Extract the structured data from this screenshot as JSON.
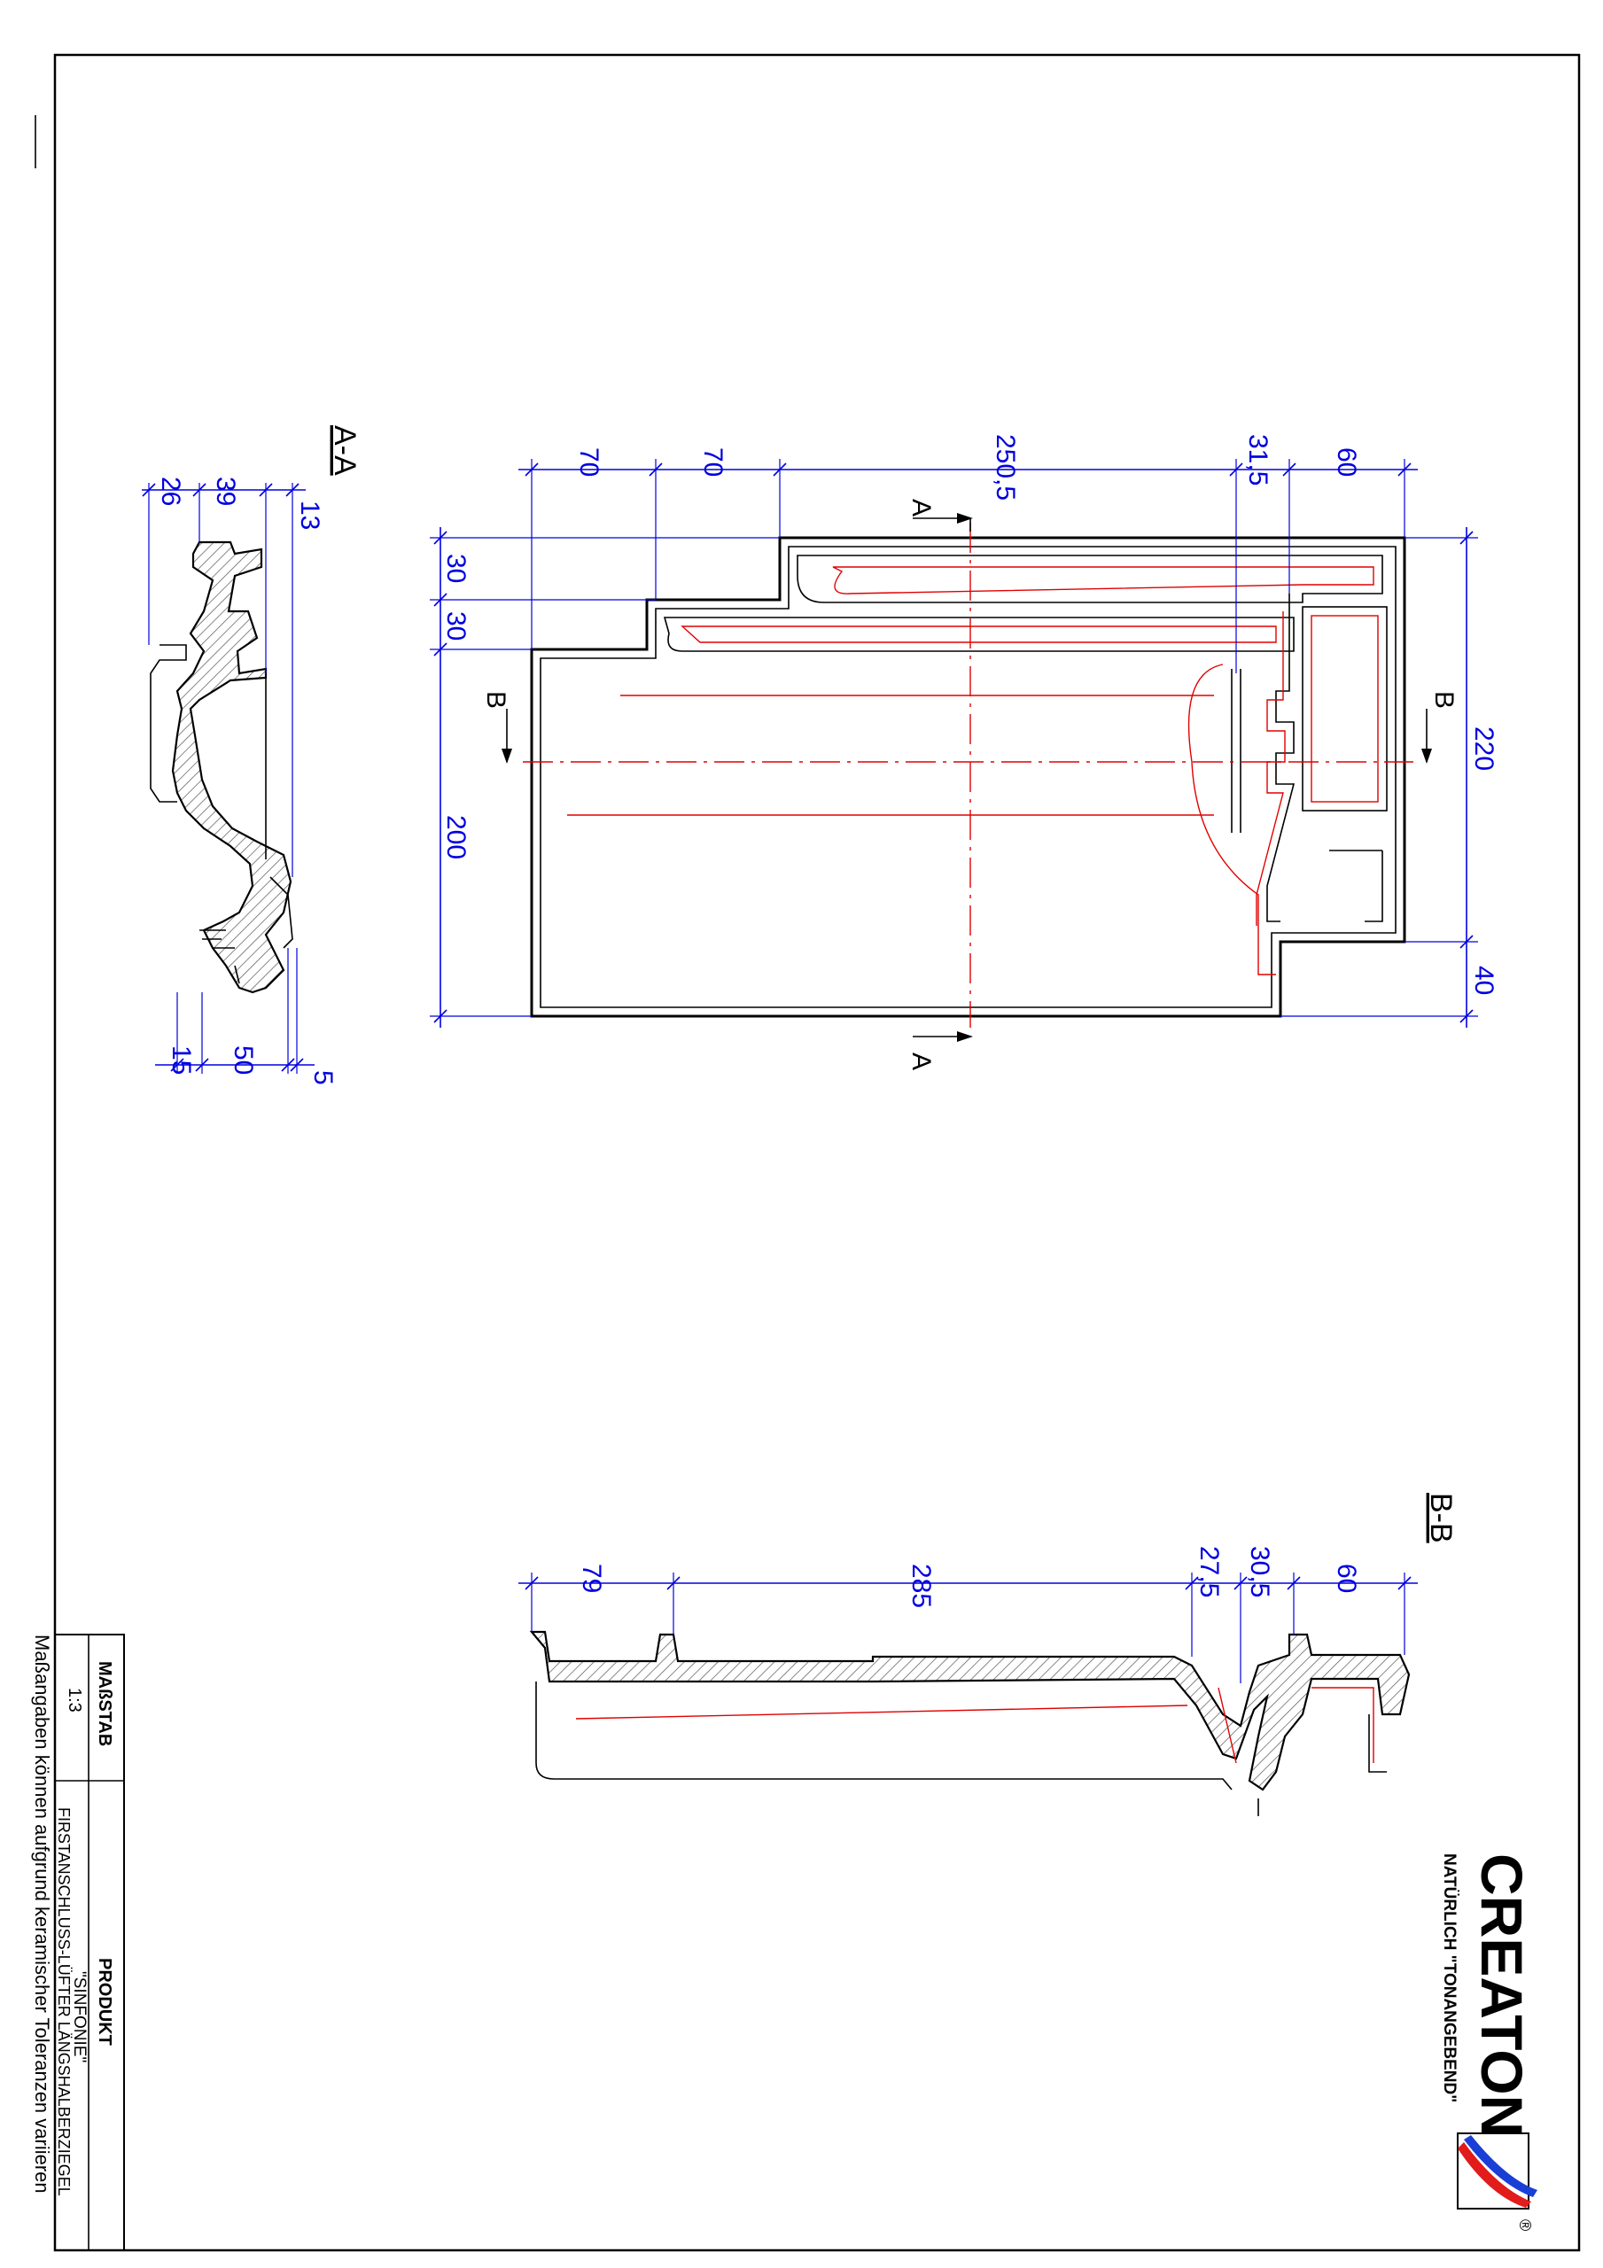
{
  "sections": {
    "aa_title": "A-A",
    "bb_title": "B-B",
    "marker_a": "A",
    "marker_b": "B"
  },
  "dimensions": {
    "top_view": {
      "horizontal": [
        "70",
        "70",
        "250,5",
        "31,5",
        "60"
      ],
      "left": [
        "30",
        "30",
        "200"
      ],
      "right": [
        "220",
        "40"
      ]
    },
    "section_aa": {
      "top": [
        "26",
        "39",
        "13"
      ],
      "bottom": [
        "15",
        "50",
        "5"
      ]
    },
    "section_bb": {
      "top": [
        "79",
        "285",
        "27,5",
        "30,5",
        "60"
      ]
    }
  },
  "title_block": {
    "scale_label": "MAßSTAB",
    "scale_value": "1:3",
    "product_label": "PRODUKT",
    "product_name": "\"SINFONIE\"",
    "product_desc": "FIRSTANSCHLUSS-LÜFTER LÄNGSHALBERZIEGEL",
    "tolerance_note": "Maßangaben  können  aufgrund  keramischer  Toleranzen  variieren"
  },
  "logo": {
    "brand": "CREATON",
    "tagline": "NATÜRLICH \"TONANGEBEND\"",
    "registered": "®"
  },
  "colors": {
    "dimension": "#0000e0",
    "centerline": "#e00000",
    "outline": "#000000"
  }
}
